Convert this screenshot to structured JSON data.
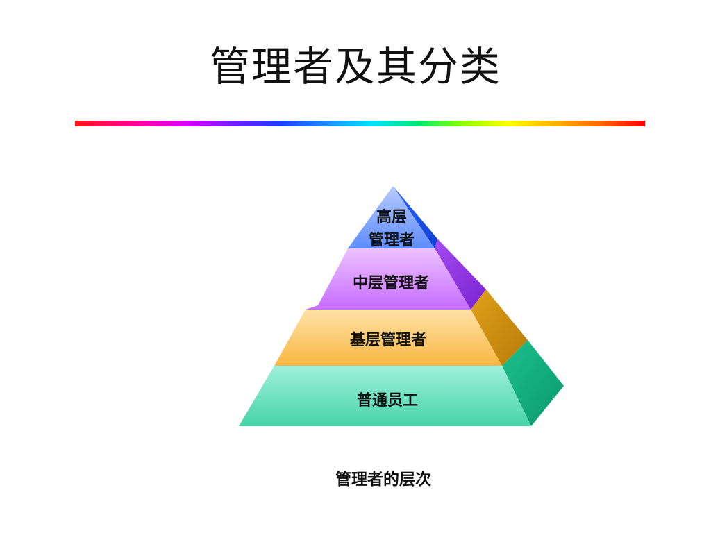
{
  "slide": {
    "title": "管理者及其分类",
    "caption": "管理者的层次"
  },
  "pyramid": {
    "levels": [
      {
        "lines": [
          "高层",
          "管理者"
        ],
        "front_color": "#7fa6ff",
        "side_color": "#1d4fe6"
      },
      {
        "lines": [
          "中层管理者"
        ],
        "front_color": "#d98cff",
        "side_color": "#8b2fd8"
      },
      {
        "lines": [
          "基层管理者"
        ],
        "front_color": "#ffd27a",
        "side_color": "#cc8f14"
      },
      {
        "lines": [
          "普通员工"
        ],
        "front_color": "#7fe0c2",
        "side_color": "#12a97e"
      }
    ]
  }
}
